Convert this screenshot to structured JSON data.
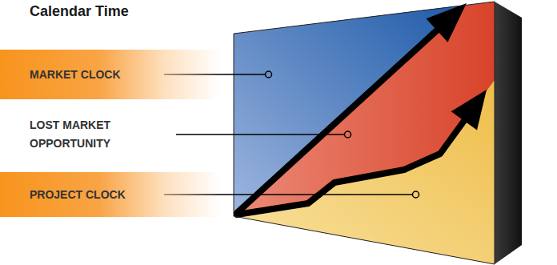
{
  "diagram": {
    "title": "Calendar Time",
    "nodes": [
      {
        "text": [
          "MARKET CLOCK"
        ]
      },
      {
        "text": [
          "PROJECT CLOCK"
        ]
      }
    ],
    "labels": [
      "LOST MARKET OPPORTUNITY"
    ]
  }
}
